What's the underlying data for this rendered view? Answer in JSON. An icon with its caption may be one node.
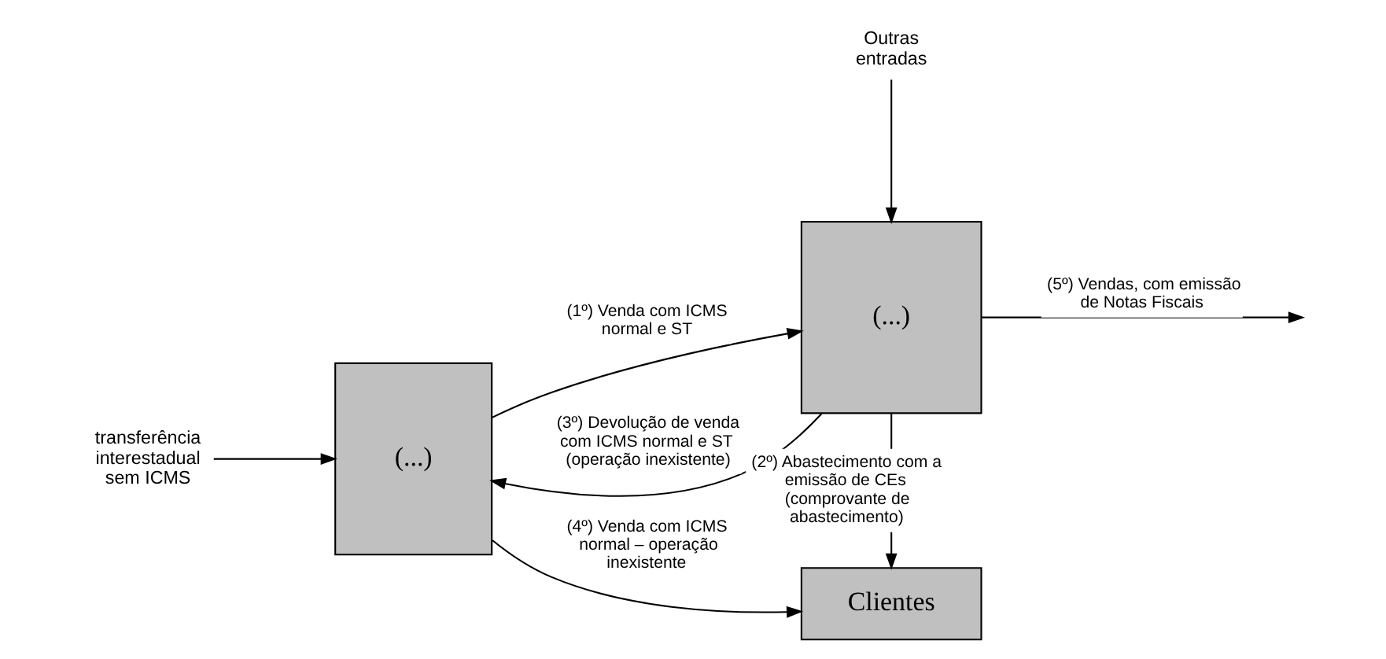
{
  "diagram": {
    "nodes": [
      {
        "text": [
          "transferência interestadual sem ICMS"
        ]
      },
      {
        "text": [
          "(...)"
        ]
      },
      {
        "text": [
          "Outras entradas"
        ]
      },
      {
        "text": [
          "(...)"
        ]
      },
      {
        "text": [
          "Clientes"
        ]
      }
    ],
    "edges": [
      {
        "from": 0,
        "to": 1,
        "arrow": "to"
      },
      {
        "from": 1,
        "to": 3,
        "arrow": "to",
        "label": "(1º) Venda com ICMS normal e ST"
      },
      {
        "from": 2,
        "to": 3,
        "arrow": "to"
      },
      {
        "from": 3,
        "to": 1,
        "arrow": "to",
        "label": "(3º) Devolução de venda com ICMS normal e ST (operação inexistente)"
      },
      {
        "from": 3,
        "to": null,
        "arrow": "to",
        "label": "(5º) Vendas, com emissão de Notas Fiscais"
      },
      {
        "from": 3,
        "to": 4,
        "arrow": "to",
        "label": "(2º) Abastecimento com a emissão de CEs (comprovante de abastecimento)"
      },
      {
        "from": 1,
        "to": 4,
        "arrow": "to",
        "label": "(4º) Venda com ICMS normal – operação inexistente"
      }
    ]
  }
}
